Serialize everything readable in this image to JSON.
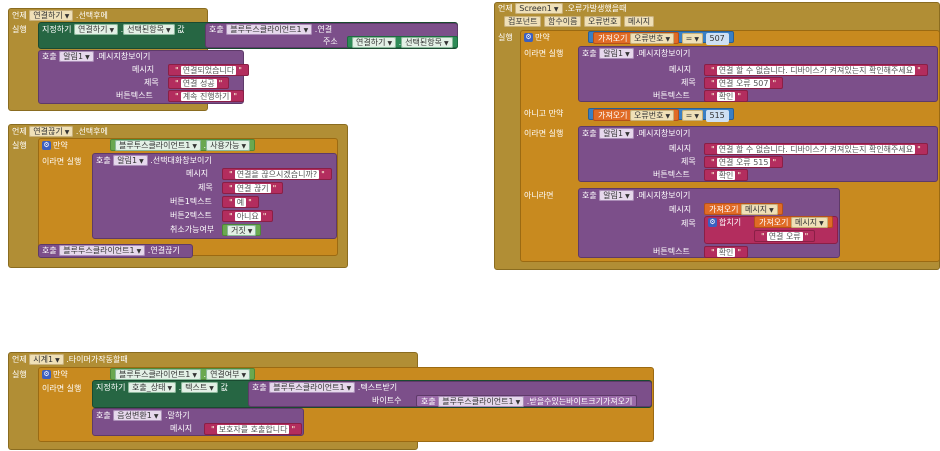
{
  "labels": {
    "when": "언제",
    "do": "실행",
    "set": "지정하기",
    "to": "값",
    "call": "호출",
    "if": "만약",
    "then": "이라면 실행",
    "elseif": "아니고 만약",
    "else": "아니라면",
    "get": "가져오기",
    "join": "합치기"
  },
  "b1": {
    "component": "연결하기",
    "event": ".선택후에",
    "set_comp": "연결하기",
    "set_prop": "선택된항목",
    "call_comp": "블루투스클라이언트1",
    "call_method": ".연결",
    "param_address": "주소",
    "addr_comp": "연결하기",
    "addr_prop": "선택된항목",
    "notifier": "알림1",
    "notify_method": ".메시지창보이기",
    "p_message": "메시지",
    "p_title": "제목",
    "p_button": "버튼텍스트",
    "message": "연결되었습니다",
    "title": "연결 성공",
    "button": "계속 진행하기"
  },
  "b2": {
    "component": "연결끊기",
    "event": ".선택후에",
    "cond_comp": "블루투스클라이언트1",
    "cond_prop": "사용가능",
    "notifier": "알림1",
    "method": ".선택대화창보이기",
    "p_message": "메시지",
    "p_title": "제목",
    "p_b1": "버튼1텍스트",
    "p_b2": "버튼2텍스트",
    "p_cancel": "취소가능여부",
    "message": "연결을 끊으시겠습니까?",
    "title": "연결 끊기",
    "b1": "예",
    "b2": "아니요",
    "cancel": "거짓",
    "disc_comp": "블루투스클라이언트1",
    "disc_method": ".연결끊기"
  },
  "b3": {
    "component": "Screen1",
    "event": ".오류가발생했을때",
    "params": [
      "컴포넌트",
      "함수이름",
      "오류번호",
      "메시지"
    ],
    "var_errnum": "오류번호",
    "op": "=",
    "num1": "507",
    "num2": "515",
    "notifier": "알림1",
    "method": ".메시지창보이기",
    "p_message": "메시지",
    "p_title": "제목",
    "p_button": "버튼텍스트",
    "msg1": "연결 할 수 없습니다. 디바이스가 켜져있는지 확인해주세요",
    "title1": "연결 오류 507",
    "btn1": "확인",
    "msg2": "연결 할 수 없습니다. 디바이스가 켜져있는지 확인해주세요",
    "title2": "연결 오류 515",
    "btn2": "확인",
    "var_msg": "메시지",
    "join_var": "메시지",
    "join_str": "연결 오류",
    "btn3": "확인"
  },
  "b4": {
    "component": "시계1",
    "event": ".타이머가작동할때",
    "cond_comp": "블루투스클라이언트1",
    "cond_prop": "연결여부",
    "set_comp": "호출_상태",
    "set_prop": "텍스트",
    "call_comp": "블루투스클라이언트1",
    "call_method": ".텍스트받기",
    "p_bytes": "바이트수",
    "bytes_comp": "블루투스클라이언트1",
    "bytes_method": ".받을수있는바이트크기가져오기",
    "speak_comp": "음성변환1",
    "speak_method": ".말하기",
    "p_message": "메시지",
    "speak_msg": "보호자를 호출합니다"
  }
}
